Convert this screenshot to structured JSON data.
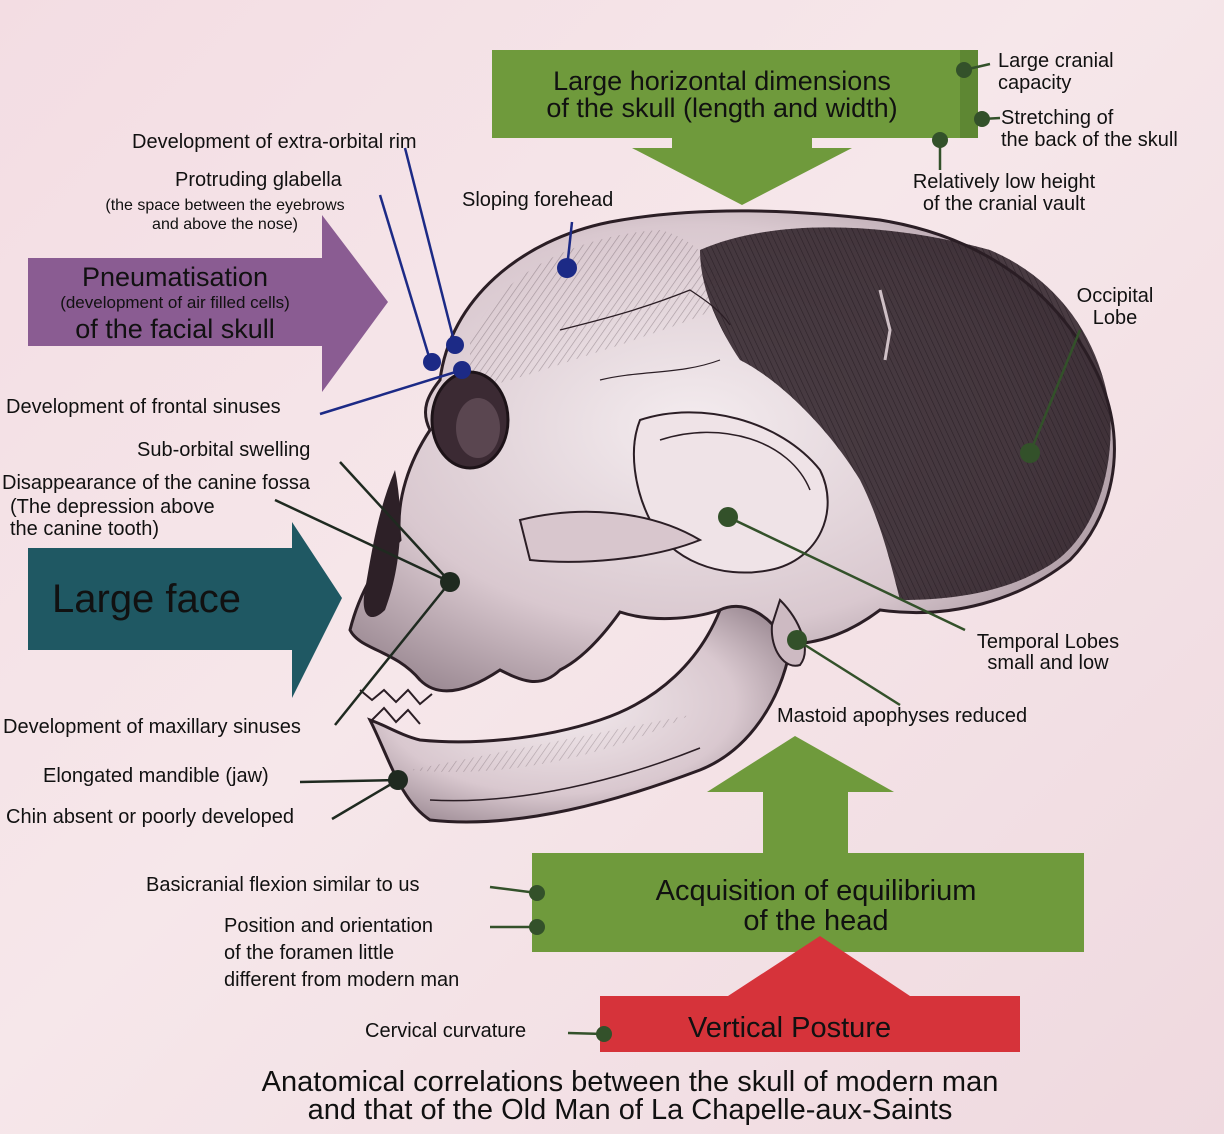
{
  "colors": {
    "green": "#6f9a3c",
    "purple": "#8a5c92",
    "teal": "#1f5863",
    "red": "#d6333a",
    "marker_blue": "#1c2a86",
    "marker_green": "#33512a",
    "background": "#f3dde3"
  },
  "boxes": {
    "skull_dimensions": "Large horizontal dimensions\nof the skull (length and width)",
    "pneumatisation_title": "Pneumatisation",
    "pneumatisation_sub": "(development of air filled cells)",
    "pneumatisation_end": "of the  facial skull",
    "large_face": "Large face",
    "equilibrium": "Acquisition of equilibrium\nof the head",
    "vertical_posture": "Vertical Posture"
  },
  "labels": {
    "cranial_capacity": "Large cranial\ncapacity",
    "stretching": "Stretching of\nthe back of the skull",
    "low_height": "Relatively low height\nof the cranial vault",
    "extra_orbital": "Development of extra-orbital rim",
    "glabella": "Protruding glabella",
    "glabella_note": "(the space between the eyebrows\nand above the nose)",
    "sloping_forehead": "Sloping forehead",
    "occipital": "Occipital\nLobe",
    "frontal_sinuses": "Development of frontal sinuses",
    "sub_orbital": "Sub-orbital swelling",
    "canine_fossa": "Disappearance of the canine fossa",
    "canine_note": "(The  depression above\nthe canine tooth)",
    "temporal": "Temporal Lobes\nsmall and low",
    "mastoid": "Mastoid apophyses reduced",
    "maxillary": "Development of maxillary sinuses",
    "mandible": "Elongated mandible (jaw)",
    "chin": "Chin absent or poorly developed",
    "basicranial": "Basicranial flexion similar to us",
    "foramen": "Position and orientation\nof the foramen little\ndifferent from modern man",
    "cervical": "Cervical curvature"
  },
  "caption": "Anatomical correlations between the skull of modern man\nand that of the Old Man of La Chapelle-aux-Saints"
}
